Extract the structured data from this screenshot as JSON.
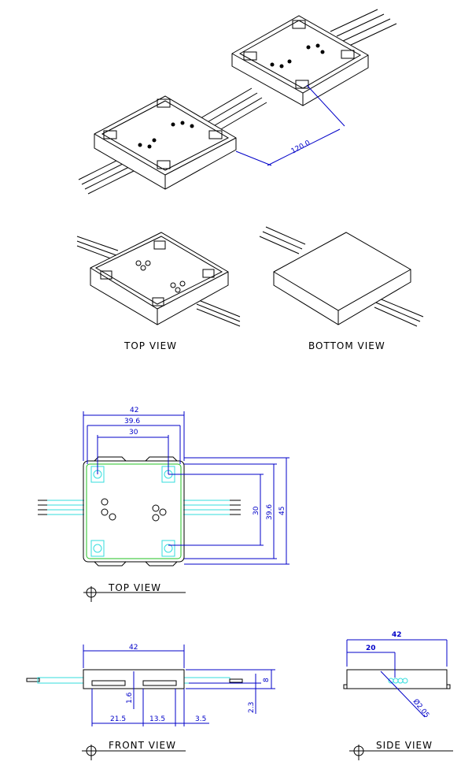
{
  "iso_view": {
    "spacing_dim": "120.0"
  },
  "labels": {
    "top_view_iso": "TOP VIEW",
    "bottom_view_iso": "BOTTOM VIEW",
    "top_view": "TOP VIEW",
    "front_view": "FRONT VIEW",
    "side_view": "SIDE VIEW"
  },
  "top_view_dims": {
    "width_overall": "42",
    "width_inner": "39.6",
    "led_pitch_h": "30",
    "led_pitch_v": "30",
    "height_inner": "39.6",
    "height_overall": "45"
  },
  "front_view_dims": {
    "width": "42",
    "slot_gap": "1.6",
    "left": "21.5",
    "middle": "13.5",
    "right": "3.5",
    "height": "8",
    "cable_offset": "2.3"
  },
  "side_view_dims": {
    "width": "42",
    "cable_pos": "20",
    "cable_dia": "Ø2.05"
  }
}
